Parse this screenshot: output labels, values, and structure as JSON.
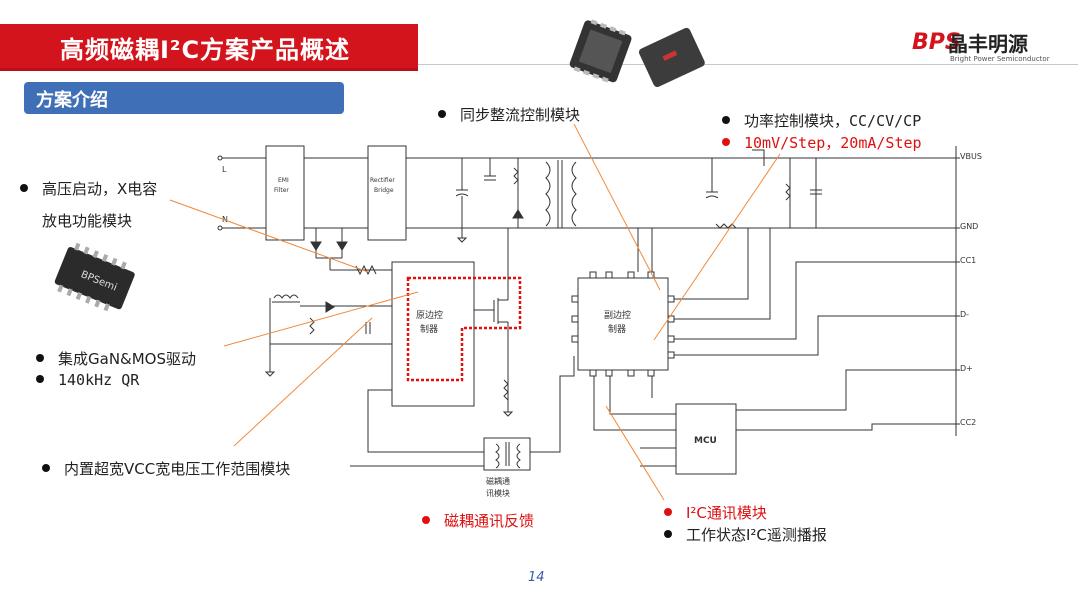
{
  "header": {
    "title": "高频磁耦I²C方案产品概述",
    "section": "方案介绍",
    "logo_mark": "BPS",
    "logo_name": "晶丰明源",
    "logo_tagline": "Bright Power Semiconductor"
  },
  "annotations": {
    "sync_rect": "同步整流控制模块",
    "power_ctrl": "功率控制模块，CC/CV/CP",
    "step": "10mV/Step，20mA/Step",
    "hv_start_1": "高压启动，X电容",
    "hv_start_2": "放电功能模块",
    "gan_drive": "集成GaN&MOS驱动",
    "qr": "140kHz QR",
    "vcc": "内置超宽VCC宽电压工作范围模块",
    "mag_feedback": "磁耦通讯反馈",
    "i2c_module": "I²C通讯模块",
    "i2c_telemetry": "工作状态I²C遥测播报"
  },
  "schematic": {
    "emi": [
      "EMI",
      "Filter"
    ],
    "bridge": [
      "Rectifier",
      "Bridge"
    ],
    "primary": [
      "原边控",
      "制器"
    ],
    "secondary": [
      "副边控",
      "制器"
    ],
    "mcu": "MCU",
    "coupler": [
      "磁耦通",
      "讯模块"
    ],
    "input_l": "L",
    "input_n": "N",
    "pins": [
      "VBUS",
      "GND",
      "CC1",
      "D-",
      "D+",
      "CC2"
    ],
    "chip_label": "BPSemi"
  },
  "footer": {
    "page": "14"
  }
}
